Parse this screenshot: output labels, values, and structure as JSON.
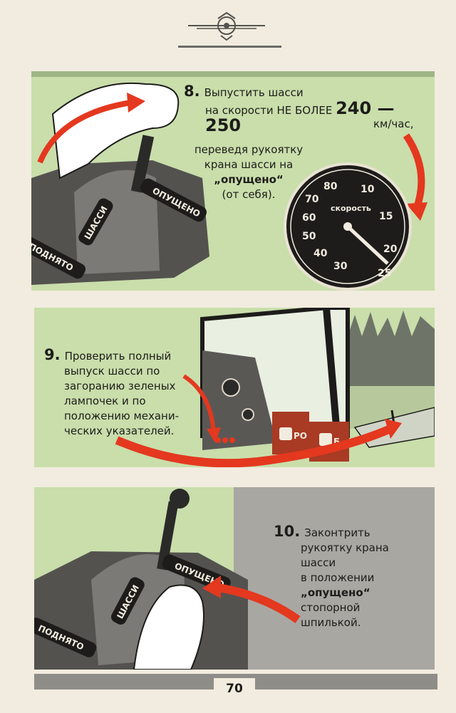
{
  "step8": {
    "number": "8.",
    "line1": "Выпустить шасси",
    "line2_prefix": "на скорости НЕ БОЛЕЕ",
    "speed_range": "240 — 250",
    "speed_unit": "км/час,",
    "sub_line1": "переведя рукоятку",
    "sub_line2": "крана шасси на",
    "sub_position": "„опущено“",
    "sub_line4": "(от себя)."
  },
  "panel_labels": {
    "chassis": "ШАССИ",
    "lowered": "ОПУЩЕНО",
    "raised": "ПОДНЯТО"
  },
  "speedometer": {
    "label": "скорость",
    "ticks": [
      "10",
      "15",
      "20",
      "25",
      "30",
      "40",
      "50",
      "60",
      "70",
      "80"
    ]
  },
  "step9": {
    "number": "9.",
    "lines": [
      "Проверить полный",
      "выпуск шасси по",
      "загоранию зеленых",
      "лампочек и по",
      "положению механи-",
      "ческих указателей."
    ]
  },
  "instrument_labels": {
    "left": "РО",
    "right": "Б"
  },
  "step10": {
    "number": "10.",
    "line1": "Законтрить",
    "line2": "рукоятку крана",
    "line3": "шасси",
    "line4": "в положении",
    "position": "„опущено“",
    "line6": "стопорной",
    "line7": "шпилькой."
  },
  "page_number": "70",
  "colors": {
    "green": "#c9deab",
    "gray": "#a9a7a2",
    "red": "#e4381f",
    "ink": "#1d1c1a",
    "paper": "#f1ecdf"
  }
}
